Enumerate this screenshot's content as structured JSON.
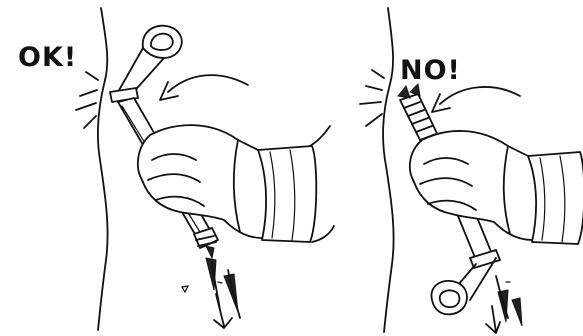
{
  "panels": [
    {
      "id": "correct",
      "label": "OK!"
    },
    {
      "id": "incorrect",
      "label": "NO!"
    }
  ],
  "icons": [
    "curved-arrow-icon",
    "ice-screw",
    "ice-chips",
    "down-arrow-icon"
  ]
}
